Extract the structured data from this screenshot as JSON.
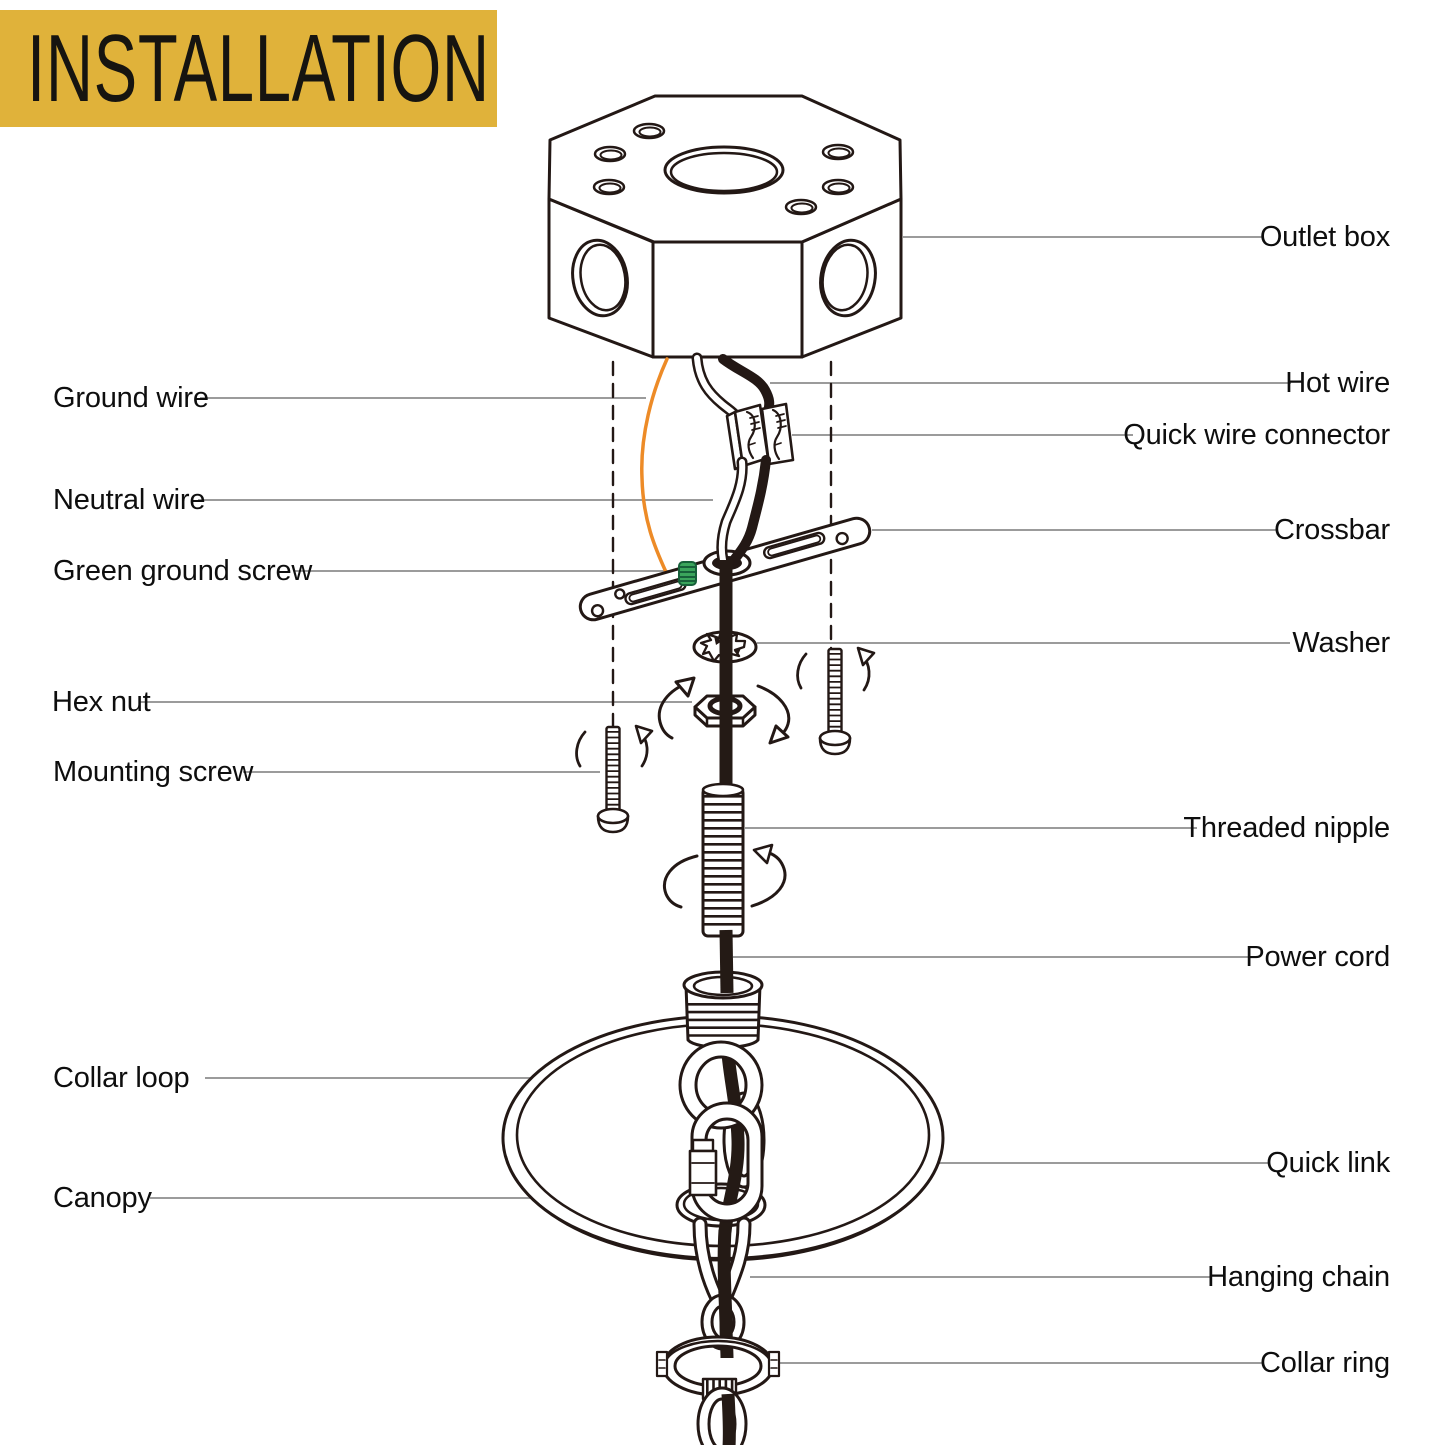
{
  "title": {
    "text": "INSTALLATION"
  },
  "diagram": {
    "labels": {
      "left": [
        {
          "text": "Ground wire"
        },
        {
          "text": "Neutral wire"
        },
        {
          "text": "Green ground screw"
        },
        {
          "text": "Hex nut"
        },
        {
          "text": "Mounting screw"
        },
        {
          "text": "Collar loop"
        },
        {
          "text": "Canopy"
        }
      ],
      "right": [
        {
          "text": "Outlet box"
        },
        {
          "text": "Hot wire"
        },
        {
          "text": "Quick wire connector"
        },
        {
          "text": "Crossbar"
        },
        {
          "text": "Washer"
        },
        {
          "text": "Threaded nipple"
        },
        {
          "text": "Power cord"
        },
        {
          "text": "Quick link"
        },
        {
          "text": "Hanging chain"
        },
        {
          "text": "Collar ring"
        }
      ]
    },
    "colors": {
      "banner": "#E0B23A",
      "line": "#231815",
      "power_cord": "#241A15",
      "ground_wire": "#ED8B27",
      "ground_screw": "#3BA55C",
      "leader_line": "#9B9B9B"
    }
  }
}
